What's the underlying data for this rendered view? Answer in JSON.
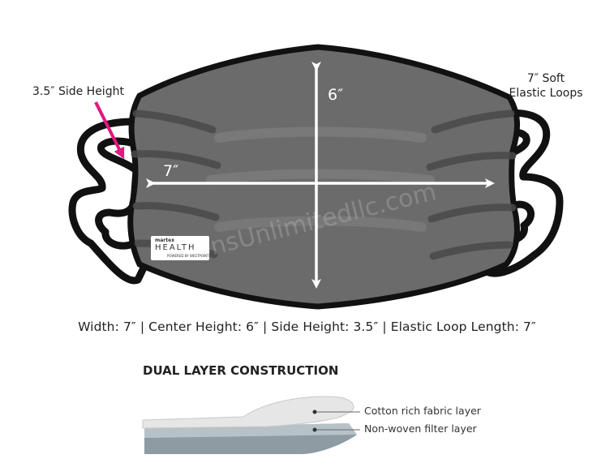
{
  "callouts": {
    "side_height": "3.5″ Side Height",
    "loops_line1": "7″ Soft",
    "loops_line2": "Elastic Loops",
    "center_height": "6″",
    "width": "7″"
  },
  "dimensions_text": "Width: 7″ | Center Height: 6″ | Side Height: 3.5″ | Elastic Loop Length: 7″",
  "construction": {
    "title": "DUAL LAYER CONSTRUCTION",
    "layers": [
      "Cotton rich fabric layer",
      "Non-woven filter layer"
    ]
  },
  "brand": {
    "line1": "martex",
    "line2": "HEALTH",
    "line3": "POWERED BY WESTPOINT"
  },
  "watermark": "onsUnlimitedllc.com",
  "colors": {
    "mask": "#6b6b6b",
    "mask_dark": "#4a4a4a",
    "arrow_pink": "#e0187f",
    "outline": "#111111"
  }
}
